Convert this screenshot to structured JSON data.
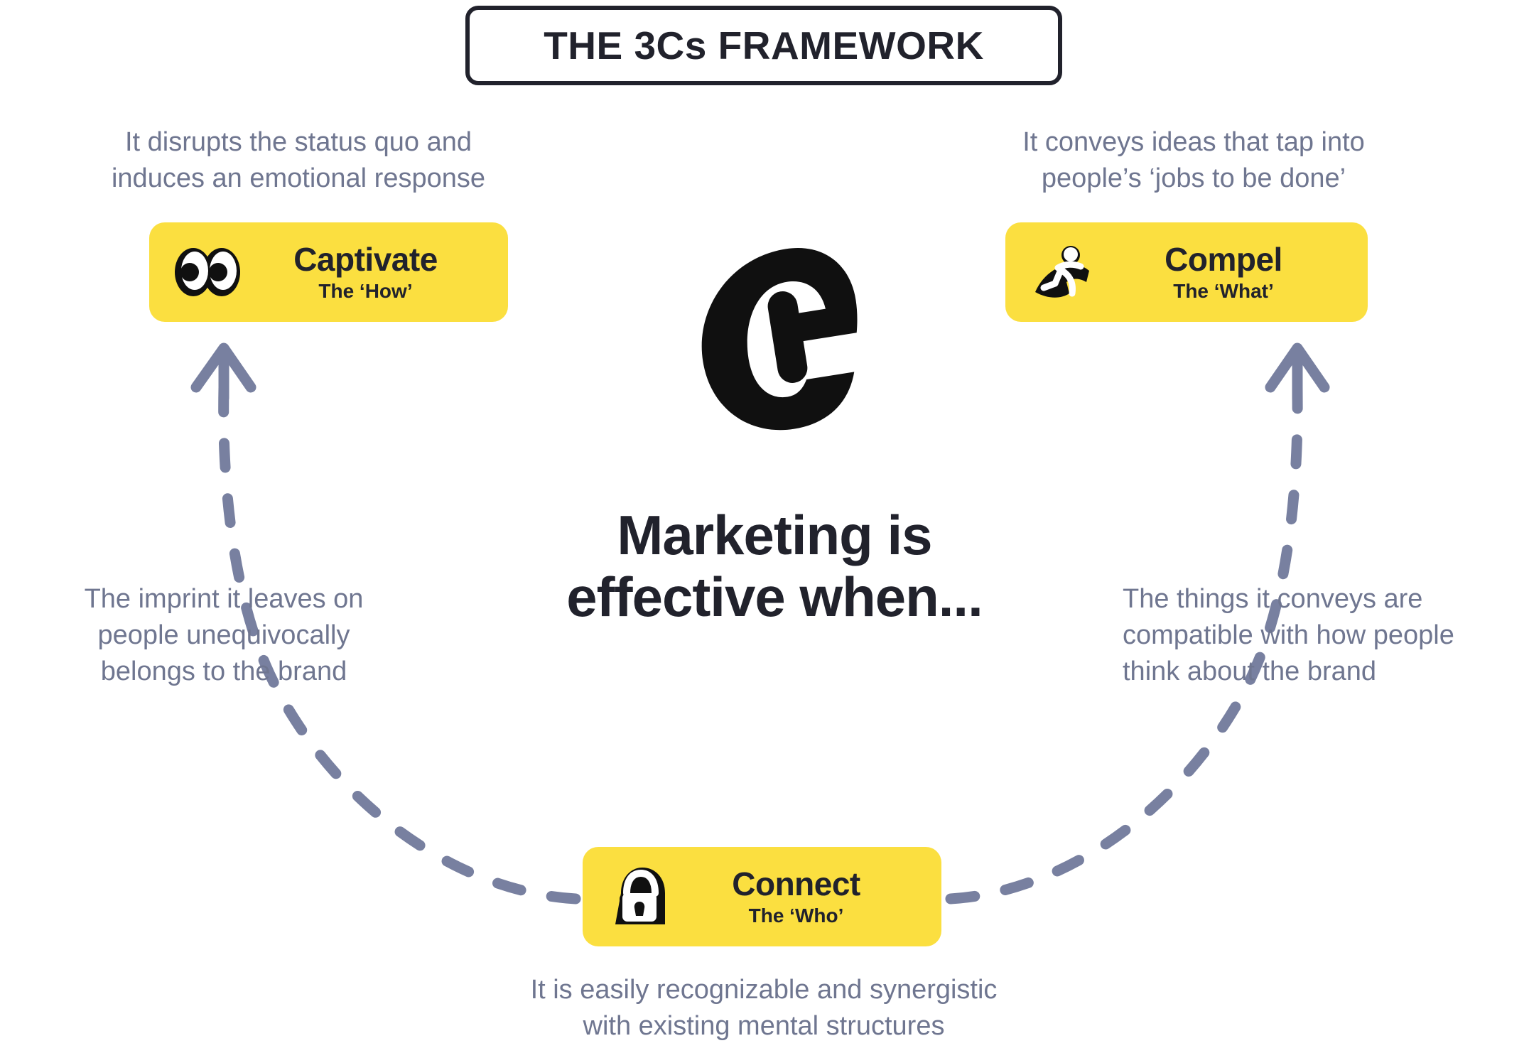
{
  "title": {
    "text": "THE 3Cs FRAMEWORK"
  },
  "center": {
    "logo_letter": "C",
    "logo_icon_name": "stylized-c-logo",
    "headline": "Marketing is\neffective when..."
  },
  "cards": [
    {
      "id": "captivate",
      "icon": "eyes-emoji",
      "icon_glyph": "👀",
      "title": "Captivate",
      "subtitle": "The ‘How’",
      "caption_above": "It disrupts the status quo and\ninduces an emotional response",
      "caption_below": "The imprint it leaves on\npeople unequivocally\nbelongs to the brand"
    },
    {
      "id": "compel",
      "icon": "running-person-emoji",
      "icon_glyph": "🏃",
      "title": "Compel",
      "subtitle": "The ‘What’",
      "caption_above": "It conveys ideas that tap into\npeople’s ‘jobs to be done’",
      "caption_below": "The things it conveys are\ncompatible with how people\nthink about the brand"
    },
    {
      "id": "connect",
      "icon": "lock-emoji",
      "icon_glyph": "🔒",
      "title": "Connect",
      "subtitle": "The ‘Who’",
      "caption_above": "",
      "caption_below": "It is easily recognizable and synergistic\nwith existing mental structures"
    }
  ],
  "colors": {
    "card_yellow": "#FBDF40",
    "ink": "#21222c",
    "caption_gray": "#6F7690",
    "arrow_gray": "#7880A0",
    "background": "#ffffff"
  },
  "arrows": [
    {
      "name": "connect-to-captivate",
      "from": "connect",
      "to": "captivate",
      "style": "dashed-curved-arrow"
    },
    {
      "name": "connect-to-compel",
      "from": "connect",
      "to": "compel",
      "style": "dashed-curved-arrow"
    }
  ]
}
